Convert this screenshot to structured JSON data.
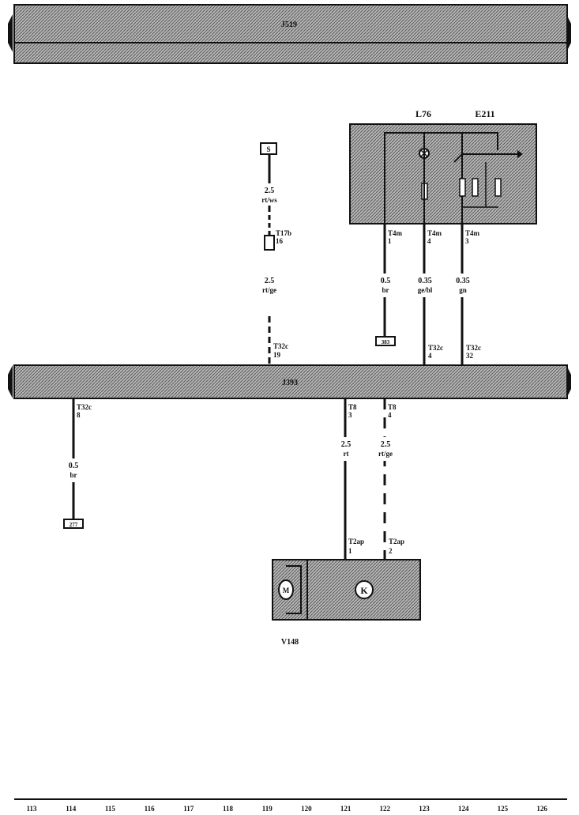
{
  "colors": {
    "ink": "#111111",
    "fill": "#9a9a9a"
  },
  "buses": {
    "top": "J519",
    "middle": "J393"
  },
  "components": {
    "lamp": "L76",
    "switch": "E211",
    "motor": "V148",
    "motor_symbol": "M",
    "k_symbol": "K"
  },
  "left_wire": {
    "top_connector": "T32c",
    "top_pin": "8",
    "size": "0.5",
    "color": "br",
    "ground": "277"
  },
  "fuse_wire": {
    "terminal": "S",
    "size1": "2.5",
    "color1": "rt/ws",
    "conn": "T17b",
    "conn_pin": "16",
    "size2": "2.5",
    "color2": "rt/ge",
    "bot_connector": "T32c",
    "bot_pin": "19"
  },
  "wire_gnd": {
    "conn": "T4m",
    "pin": "1",
    "size": "0.5",
    "color": "br",
    "ground": "383"
  },
  "wire_lamp": {
    "conn": "T4m",
    "pin": "4",
    "size": "0.35",
    "color": "ge/bl",
    "bot_connector": "T32c",
    "bot_pin": "4"
  },
  "wire_switch": {
    "conn": "T4m",
    "pin": "3",
    "size": "0.35",
    "color": "gn",
    "bot_connector": "T32c",
    "bot_pin": "32"
  },
  "wire_m1": {
    "top_connector": "T8",
    "top_pin": "3",
    "size": "2.5",
    "color": "rt",
    "bot_connector": "T2ap",
    "bot_pin": "1"
  },
  "wire_m2": {
    "top_connector": "T8",
    "top_pin": "4",
    "size": "2.5",
    "color": "rt/ge",
    "bot_connector": "T2ap",
    "bot_pin": "2"
  },
  "footer": {
    "numbers": [
      "113",
      "114",
      "115",
      "116",
      "117",
      "118",
      "119",
      "120",
      "121",
      "122",
      "123",
      "124",
      "125",
      "126"
    ]
  }
}
